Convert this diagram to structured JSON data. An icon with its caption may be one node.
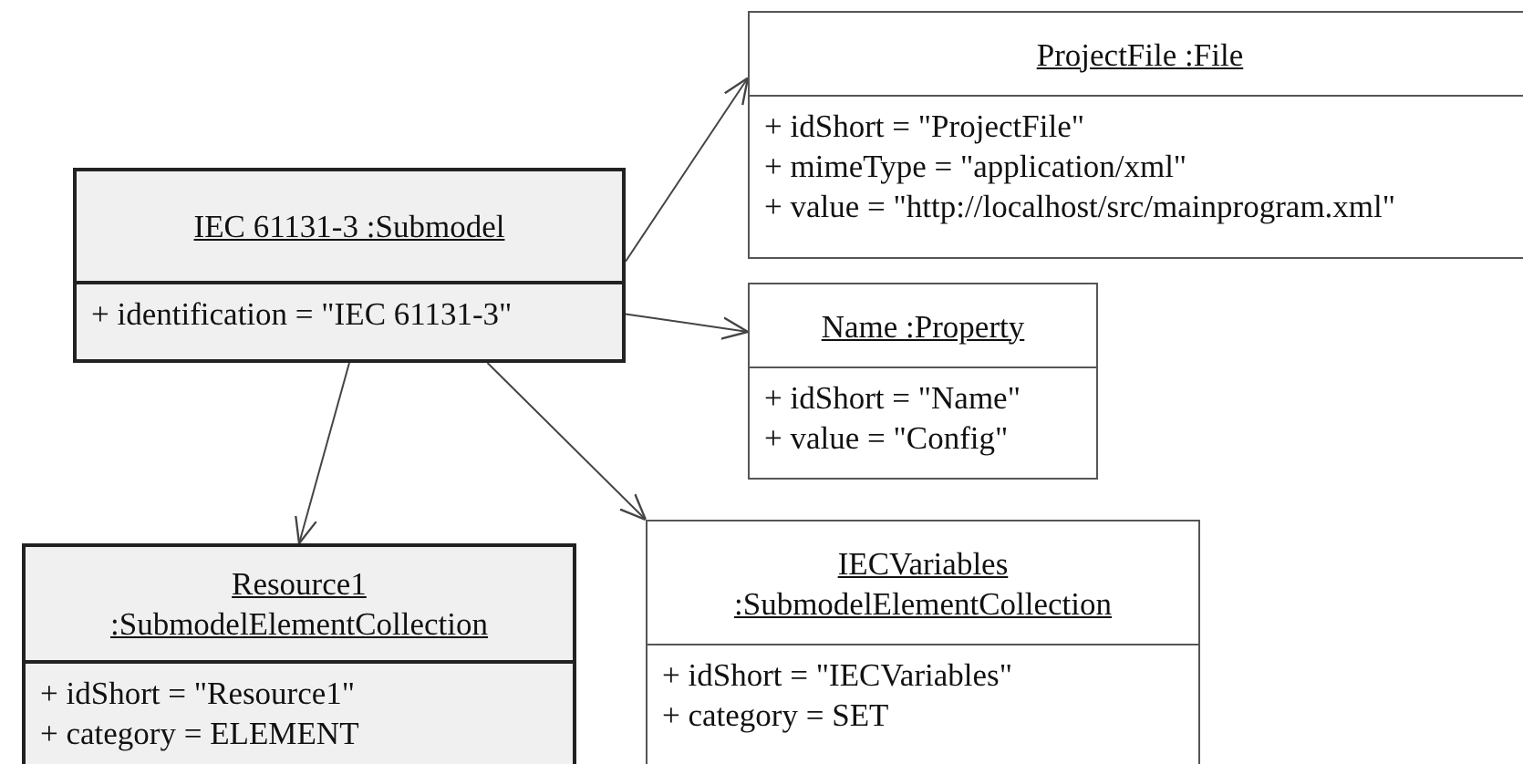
{
  "diagram": {
    "nodes": [
      {
        "text": [
          "IEC 61131-3 :Submodel",
          "+ identification = \"IEC 61131-3\""
        ]
      },
      {
        "text": [
          "ProjectFile :File",
          "+ idShort = \"ProjectFile\"",
          "+ mimeType = \"application/xml\"",
          "+ value = \"http://localhost/src/mainprogram.xml\""
        ]
      },
      {
        "text": [
          "Name :Property",
          "+ idShort = \"Name\"",
          "+ value = \"Config\""
        ]
      },
      {
        "text": [
          "Resource1 :SubmodelElementCollection",
          "+ idShort = \"Resource1\"",
          "+ category = ELEMENT"
        ]
      },
      {
        "text": [
          "IECVariables :SubmodelElementCollection",
          "+ idShort = \"IECVariables\"",
          "+ category = SET"
        ]
      }
    ],
    "edges": [
      {
        "from": 0,
        "to": 1,
        "arrow": "to"
      },
      {
        "from": 0,
        "to": 2,
        "arrow": "to"
      },
      {
        "from": 0,
        "to": 3,
        "arrow": "to"
      },
      {
        "from": 0,
        "to": 4,
        "arrow": "to"
      }
    ]
  }
}
